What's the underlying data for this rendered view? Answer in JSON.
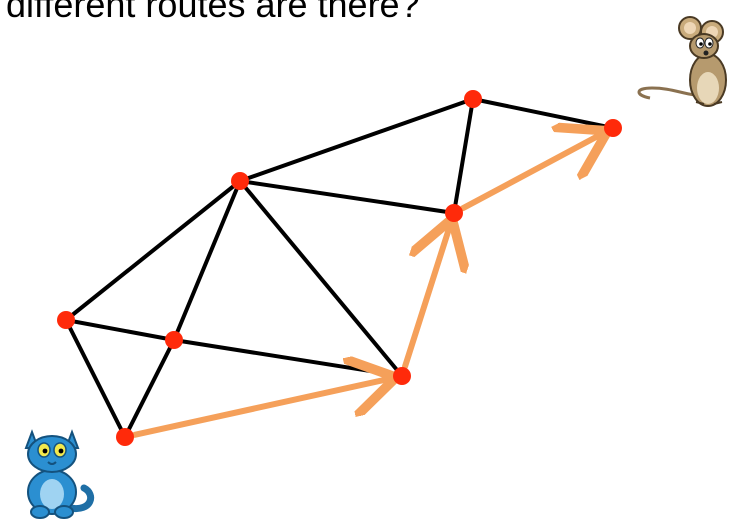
{
  "question": "different routes are there?",
  "colors": {
    "edge": "#000000",
    "node": "#ff2a0a",
    "route": "#f5a05a",
    "cat_body": "#2b8fd1",
    "mouse_body": "#b69a6e"
  },
  "graph": {
    "nodes": [
      {
        "id": "start",
        "role": "cat-start"
      },
      {
        "id": "left"
      },
      {
        "id": "middle-left"
      },
      {
        "id": "top-left"
      },
      {
        "id": "bottom-right"
      },
      {
        "id": "right"
      },
      {
        "id": "top-right"
      },
      {
        "id": "goal",
        "role": "mouse-goal"
      }
    ],
    "edges": [
      [
        "start",
        "left"
      ],
      [
        "start",
        "middle-left"
      ],
      [
        "left",
        "middle-left"
      ],
      [
        "left",
        "top-left"
      ],
      [
        "middle-left",
        "top-left"
      ],
      [
        "middle-left",
        "bottom-right"
      ],
      [
        "top-left",
        "bottom-right"
      ],
      [
        "top-left",
        "right"
      ],
      [
        "top-left",
        "top-right"
      ],
      [
        "bottom-right",
        "right"
      ],
      [
        "right",
        "top-right"
      ],
      [
        "right",
        "goal"
      ],
      [
        "top-right",
        "goal"
      ]
    ],
    "highlighted_route": [
      "start",
      "bottom-right",
      "right",
      "goal"
    ]
  },
  "characters": {
    "cat": {
      "icon": "cat-icon",
      "at": "start"
    },
    "mouse": {
      "icon": "mouse-icon",
      "at": "goal"
    }
  }
}
